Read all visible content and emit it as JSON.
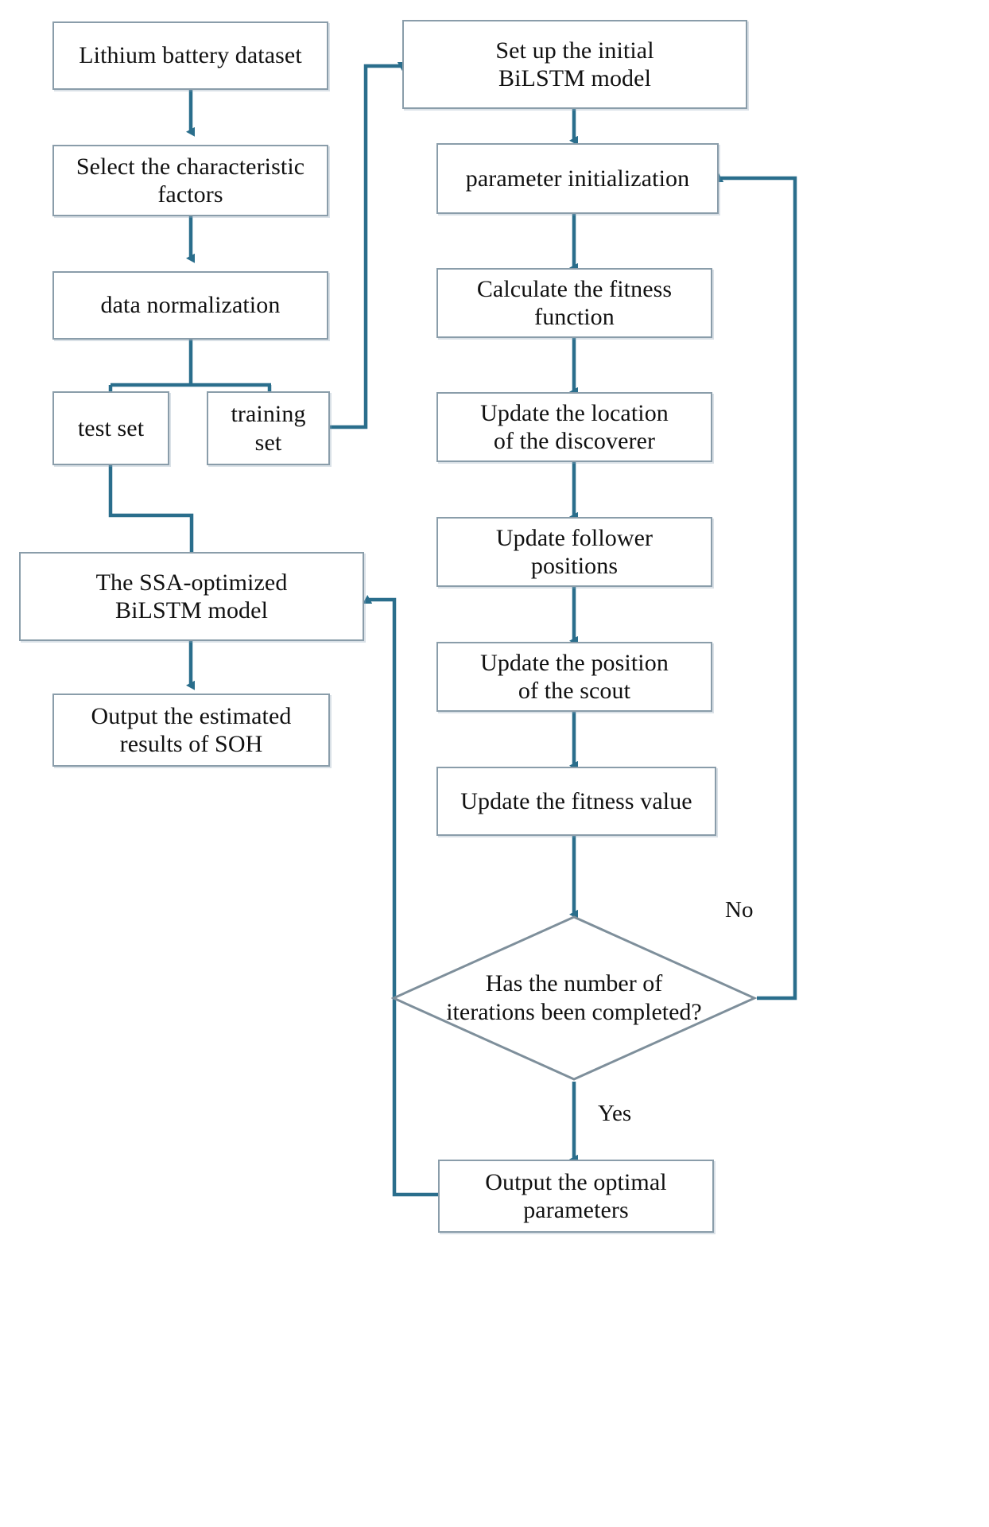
{
  "diagram": {
    "title": "SSA-optimized BiLSTM SOH estimation flowchart",
    "type": "flowchart",
    "colors": {
      "connector": "#2a6e8c",
      "node_border": "#8a9daa",
      "node_fill": "#ffffff",
      "text": "#111111",
      "background": "#ffffff"
    }
  },
  "left_column": {
    "dataset": "Lithium battery dataset",
    "select_factors_line1": "Select the characteristic",
    "select_factors_line2": "factors",
    "normalization": "data normalization",
    "test_set": "test set",
    "training_set_line1": "training",
    "training_set_line2": "set",
    "ssa_model_line1": "The SSA-optimized",
    "ssa_model_line2": "BiLSTM model",
    "output_soh_line1": "Output the estimated",
    "output_soh_line2": "results of SOH"
  },
  "right_column": {
    "setup_line1": "Set up the initial",
    "setup_line2": "BiLSTM model",
    "param_init": "parameter initialization",
    "fitness_line1": "Calculate the fitness",
    "fitness_line2": "function",
    "discoverer_line1": "Update the location",
    "discoverer_line2": "of the discoverer",
    "follower_line1": "Update follower",
    "follower_line2": "positions",
    "scout_line1": "Update the position",
    "scout_line2": "of the scout",
    "fitness_value": "Update the fitness value",
    "decision_line1": "Has the number of",
    "decision_line2": "iterations been completed?",
    "output_params_line1": "Output the optimal",
    "output_params_line2": "parameters"
  },
  "edge_labels": {
    "no": "No",
    "yes": "Yes"
  }
}
